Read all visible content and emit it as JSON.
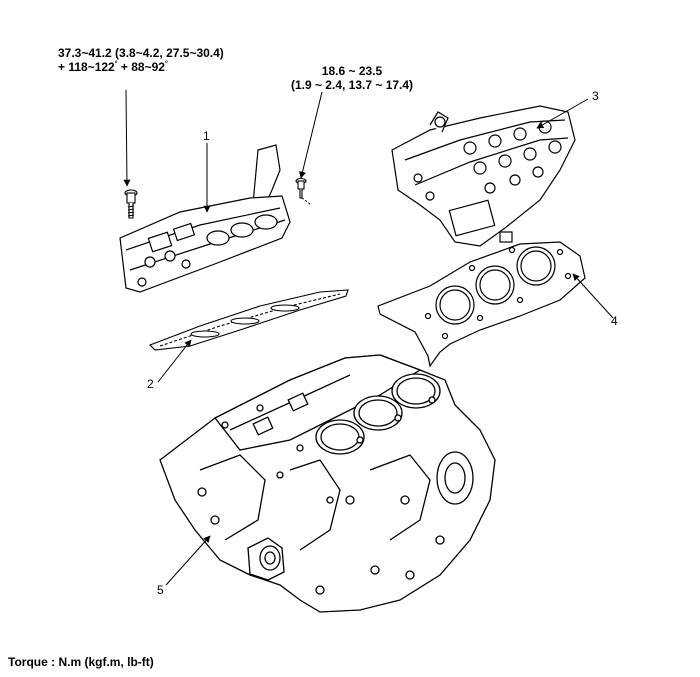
{
  "torque_left": {
    "line1": "37.3~41.2 (3.8~4.2, 27.5~30.4)",
    "line2_a": "+ 118~122",
    "deg1": "°",
    "line2_b": " + 88~92",
    "deg2": "°"
  },
  "torque_right": {
    "line1": "18.6 ~ 23.5",
    "line2": "(1.9 ~ 2.4, 13.7 ~ 17.4)"
  },
  "callouts": {
    "c1": "1",
    "c2": "2",
    "c3": "3",
    "c4": "4",
    "c5": "5"
  },
  "footer": {
    "torque_unit": "Torque : N.m (kgf.m, lb-ft)"
  }
}
